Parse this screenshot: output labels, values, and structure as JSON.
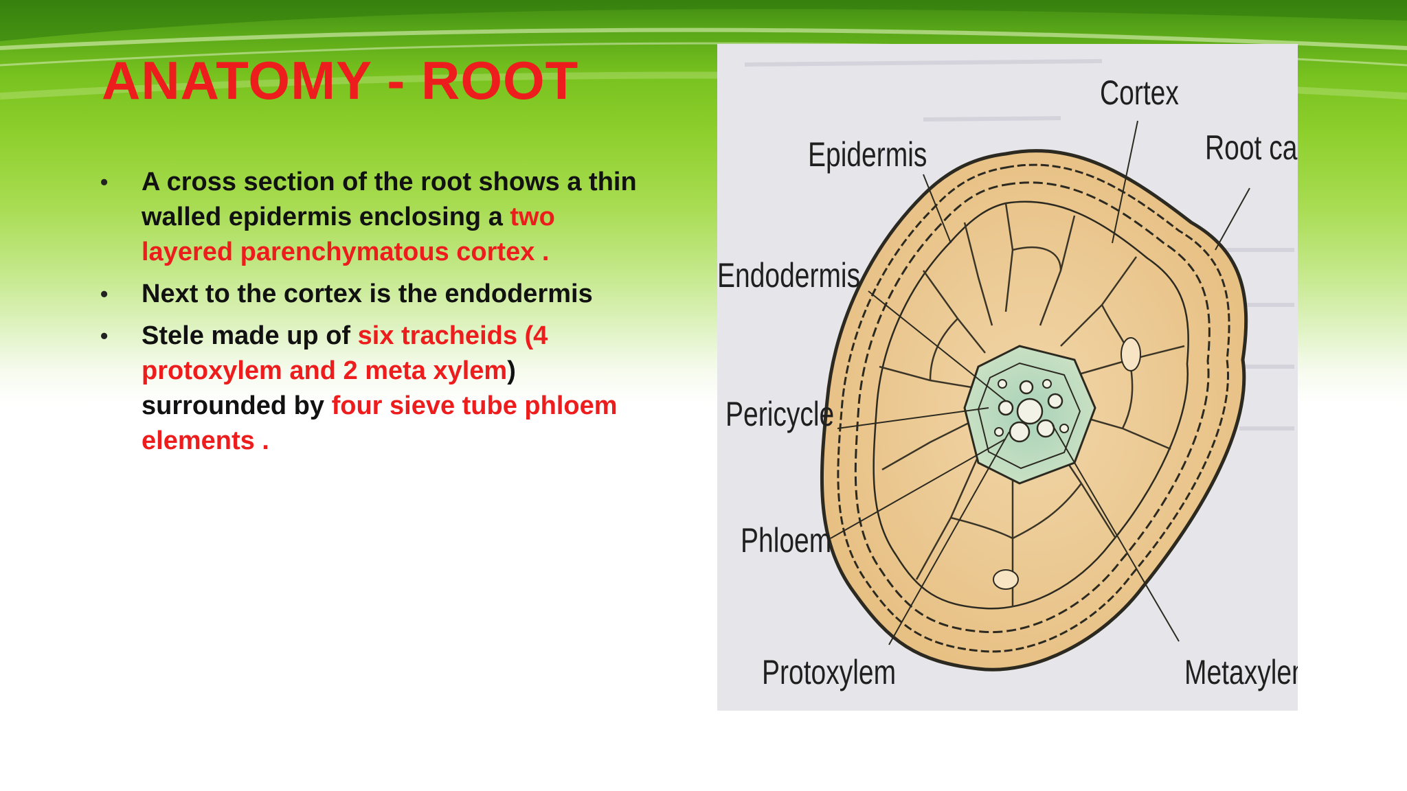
{
  "slide": {
    "title": "ANATOMY -  ROOT",
    "bullets": [
      {
        "marker": "•",
        "p1": "A cross section of the root shows a thin walled epidermis enclosing a ",
        "p1_red": "two layered parenchymatous cortex ."
      },
      {
        "marker": "•",
        "p1": "Next to the cortex is the endodermis"
      },
      {
        "marker": "•",
        "p1": "Stele made up of ",
        "p1_red": "six tracheids (4 protoxylem and 2 meta xylem",
        "p2": ") surrounded by ",
        "p2_red": "four sieve tube phloem elements ."
      }
    ]
  },
  "figure": {
    "labels": {
      "cortex": "Cortex",
      "root_cap": "Root cap",
      "epidermis": "Epidermis",
      "endodermis": "Endodermis",
      "pericycle": "Pericycle",
      "phloem": "Phloem",
      "protoxylem": "Protoxylem",
      "metaxylem": "Metaxylem"
    }
  },
  "colors": {
    "title_red": "#ee1d1d",
    "background_green": "#78c21f",
    "cortex_tan": "#ecc892",
    "stele_green": "#b9d9c4"
  }
}
